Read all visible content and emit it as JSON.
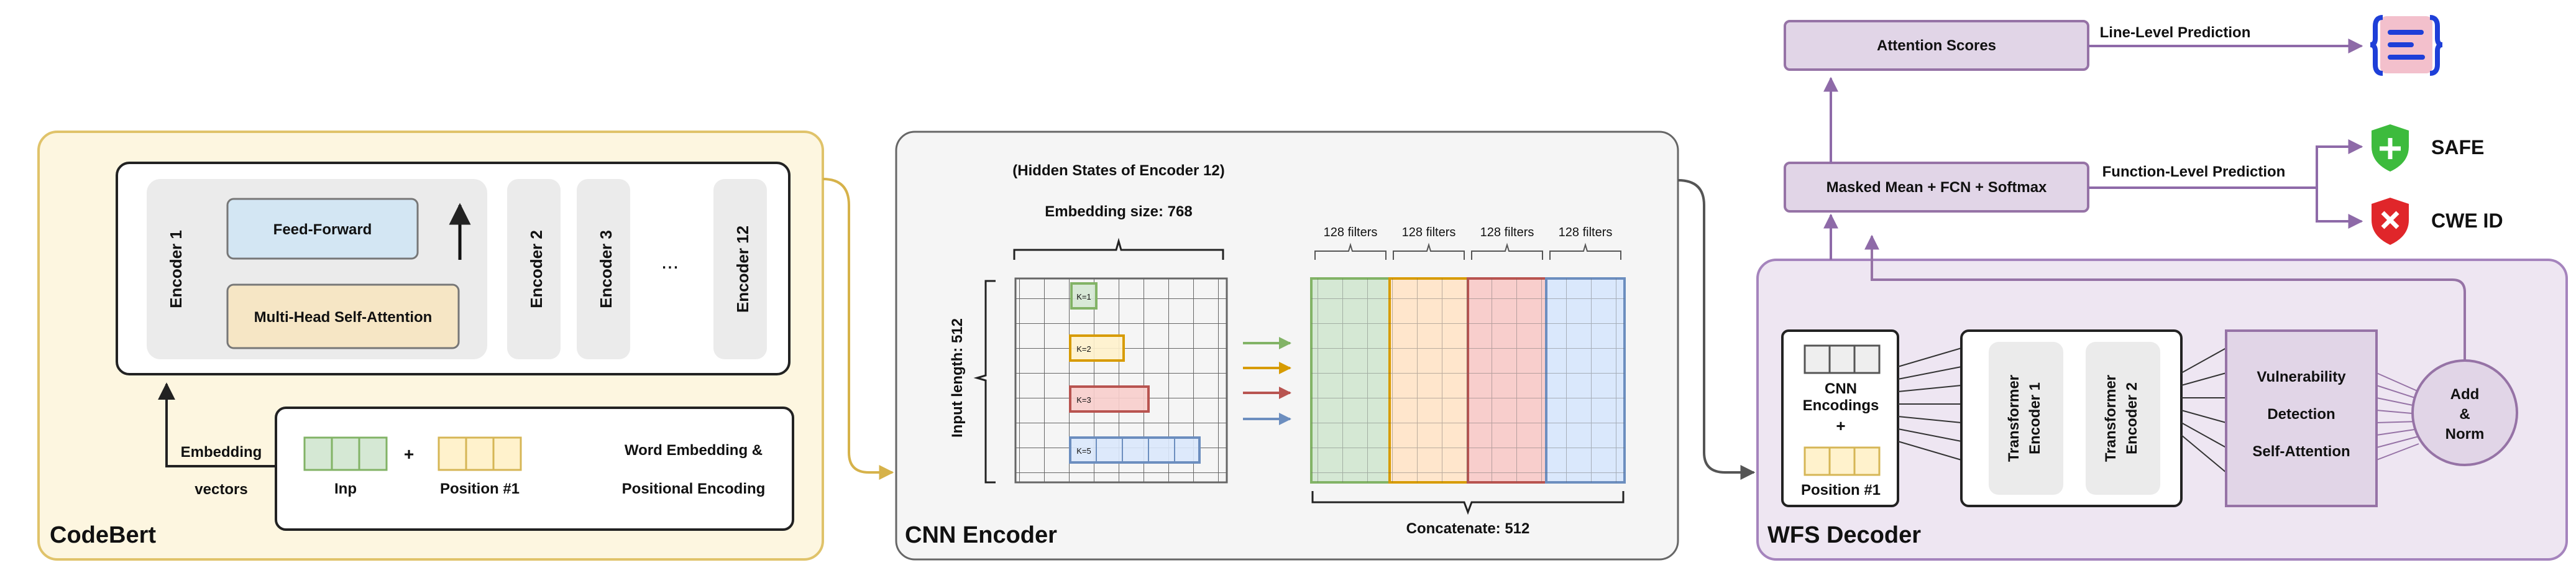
{
  "codebert": {
    "title": "CodeBert",
    "encoder1": "Encoder 1",
    "feed_forward": "Feed-Forward",
    "self_attention": "Multi-Head Self-Attention",
    "encoder2": "Encoder 2",
    "encoder3": "Encoder 3",
    "ellipsis": "...",
    "encoder12": "Encoder 12",
    "embedding_label_1": "Embedding",
    "embedding_label_2": "vectors",
    "inp": "Inp",
    "plus": "+",
    "position": "Position #1",
    "word_embedding_1": "Word Embedding &",
    "word_embedding_2": "Positional Encoding"
  },
  "cnn": {
    "title": "CNN Encoder",
    "hidden_states": "(Hidden States of Encoder 12)",
    "embedding_size": "Embedding size: 768",
    "input_length": "Input length: 512",
    "kernels": [
      "K=1",
      "K=2",
      "K=3",
      "K=5"
    ],
    "filters": [
      "128 filters",
      "128 filters",
      "128 filters",
      "128 filters"
    ],
    "concatenate": "Concatenate: 512"
  },
  "wfs": {
    "title": "WFS Decoder",
    "cnn_encodings_1": "CNN",
    "cnn_encodings_2": "Encodings",
    "plus": "+",
    "position": "Position #1",
    "transformer1_a": "Transformer",
    "transformer1_b": "Encoder 1",
    "transformer2_a": "Transformer",
    "transformer2_b": "Encoder 2",
    "vuln_1": "Vulnerability",
    "vuln_2": "Detection",
    "vuln_3": "Self-Attention",
    "addnorm_1": "Add",
    "addnorm_2": "&",
    "addnorm_3": "Norm",
    "masked_mean": "Masked Mean + FCN + Softmax",
    "attention_scores": "Attention Scores",
    "line_level": "Line-Level Prediction",
    "function_level": "Function-Level Prediction",
    "safe": "SAFE",
    "cwe": "CWE ID"
  },
  "colors": {
    "codebert_bg": "#fdf6e0",
    "codebert_border": "#e0c36a",
    "cnn_bg": "#f5f5f5",
    "wfs_bg": "#eee6f2",
    "wfs_border": "#a584bd",
    "purple_box": "#e3d4ea",
    "green": "#d4e8cc",
    "yellow": "#fff3bd",
    "orange": "#fbe2b9",
    "red": "#f5c9cb",
    "blue": "#d4e2f6",
    "safe_green": "#3dbb3d",
    "cwe_red": "#e0262a",
    "icon_blue": "#1e3fd8"
  }
}
